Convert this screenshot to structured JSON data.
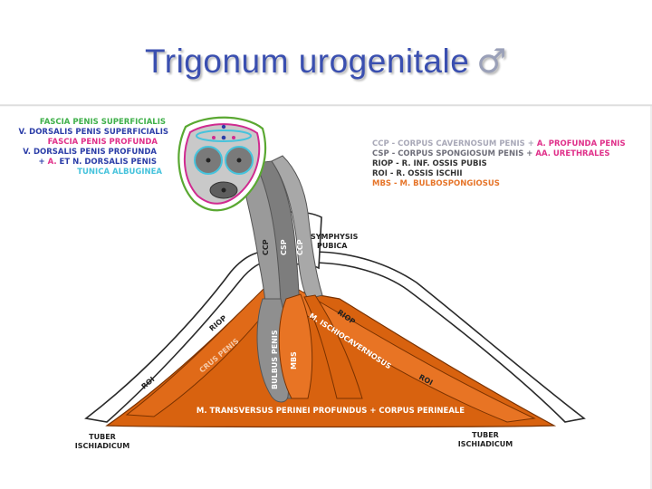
{
  "title": {
    "text": "Trigonum urogenitale",
    "symbol": "♂"
  },
  "colors": {
    "title": "#3a4fb0",
    "orange": "#d8620f",
    "grey": "#8f8f8f",
    "dark_grey": "#6a6a6a",
    "green": "#5aa832",
    "magenta": "#d02b90",
    "cyan": "#46c3dc",
    "blue_text": "#2c3ea8",
    "pink_text": "#e0308a"
  },
  "legend_left": [
    {
      "text": "FASCIA PENIS SUPERFICIALIS",
      "color": "#3fb04a"
    },
    {
      "text": "V. DORSALIS PENIS SUPERFICIALIS",
      "color": "#2c3ea8"
    },
    {
      "text": "FASCIA PENIS PROFUNDA",
      "color": "#e0308a"
    },
    {
      "text": "V. DORSALIS PENIS PROFUNDA",
      "color": "#2c3ea8"
    },
    {
      "text_a": "+ ",
      "text_b": "A.",
      "text_c": " ET N. DORSALIS PENIS",
      "color": "#2c3ea8",
      "accent": "#e0308a"
    },
    {
      "text": "TUNICA ALBUGINEA",
      "color": "#46c3dc"
    }
  ],
  "legend_right": [
    {
      "part1": "CCP - CORPUS CAVERNOSUM PENIS + ",
      "part2": "A. PROFUNDA PENIS"
    },
    {
      "part1": "CSP - CORPUS SPONGIOSUM PENIS + ",
      "part2": "AA. URETHRALES"
    },
    {
      "part1": "RIOP - R. INF. OSSIS PUBIS",
      "part2": ""
    },
    {
      "part1": "ROI - R. OSSIS ISCHII",
      "part2": ""
    },
    {
      "part1": "MBS - M. BULBOSPONGIOSUS",
      "part2": ""
    }
  ],
  "labels": {
    "ccp": "CCP",
    "csp": "CSP",
    "symphysis_1": "SYMPHYSIS",
    "symphysis_2": "PUBICA",
    "riop": "RIOP",
    "roi": "ROI",
    "crus": "CRUS PENIS",
    "bulbus": "BULBUS PENIS",
    "mbs": "MBS",
    "ischio": "M. ISCHIOCAVERNOSUS",
    "transversus": "M. TRANSVERSUS PERINEI PROFUNDUS + CORPUS PERINEALE",
    "tuber_1": "TUBER",
    "tuber_2": "ISCHIADICUM"
  }
}
